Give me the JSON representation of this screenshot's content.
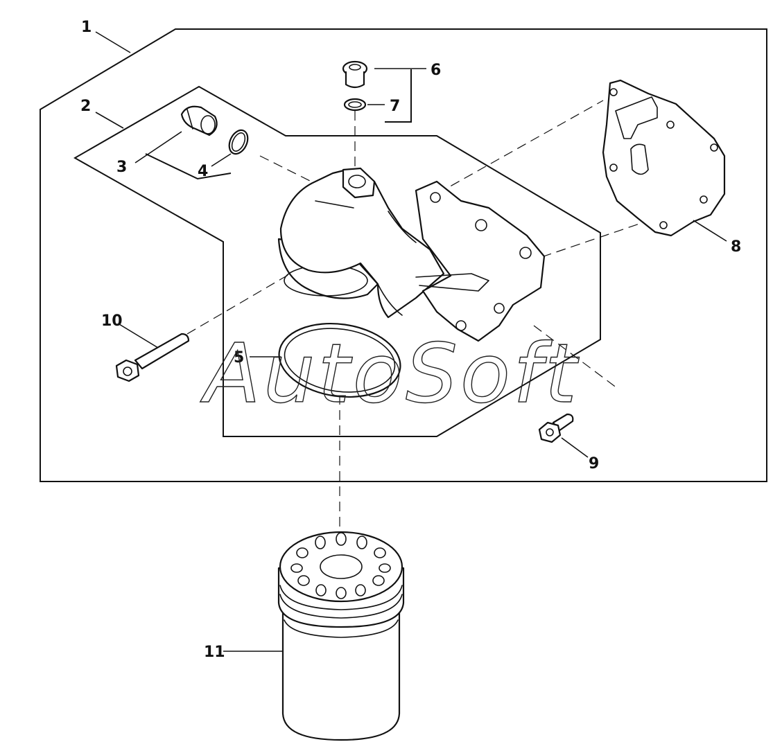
{
  "watermark": "AutoSoft",
  "callouts": [
    {
      "id": "1",
      "label": "1"
    },
    {
      "id": "2",
      "label": "2"
    },
    {
      "id": "3",
      "label": "3"
    },
    {
      "id": "4",
      "label": "4"
    },
    {
      "id": "5",
      "label": "5"
    },
    {
      "id": "6",
      "label": "6"
    },
    {
      "id": "7",
      "label": "7"
    },
    {
      "id": "8",
      "label": "8"
    },
    {
      "id": "9",
      "label": "9"
    },
    {
      "id": "10",
      "label": "10"
    },
    {
      "id": "11",
      "label": "11"
    }
  ]
}
